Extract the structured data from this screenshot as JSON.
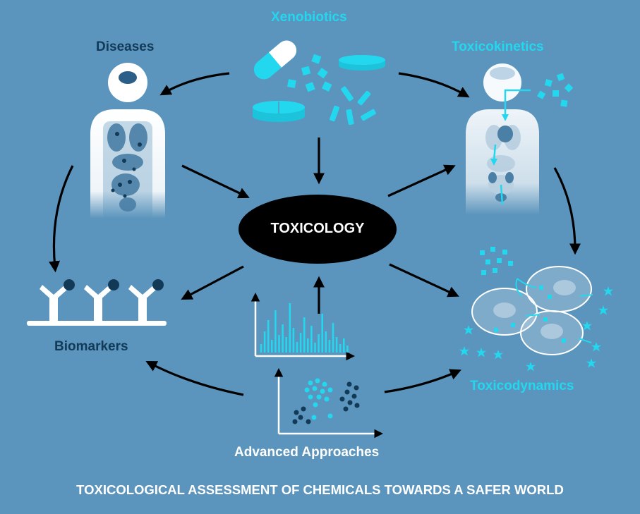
{
  "nodes": {
    "center": "TOXICOLOGY",
    "xenobiotics": "Xenobiotics",
    "diseases": "Diseases",
    "toxicokinetics": "Toxicokinetics",
    "biomarkers": "Biomarkers",
    "toxicodynamics": "Toxicodynamics",
    "advanced": "Advanced Approaches"
  },
  "footer": "TOXICOLOGICAL ASSESSMENT OF CHEMICALS TOWARDS A SAFER WORLD",
  "colors": {
    "background": "#5b94bc",
    "accent_cyan": "#23d7ef",
    "dark_navy": "#123a57",
    "center_ellipse": "#000000",
    "white": "#ffffff"
  },
  "icons": [
    "pill-icon",
    "human-body-icon",
    "antibody-icon",
    "cell-icon",
    "bar-chart-icon",
    "scatter-plot-icon"
  ]
}
